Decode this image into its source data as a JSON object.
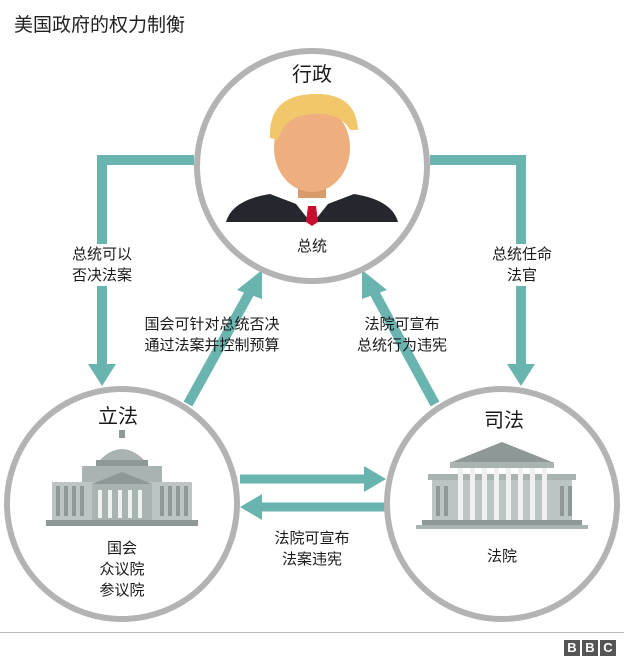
{
  "title": "美国政府的权力制衡",
  "branches": {
    "executive": {
      "title": "行政",
      "member": "总统"
    },
    "legislative": {
      "title": "立法",
      "members": [
        "国会",
        "众议院",
        "参议院"
      ]
    },
    "judicial": {
      "title": "司法",
      "member": "法院"
    }
  },
  "relations": {
    "veto": [
      "总统可以",
      "否决法案"
    ],
    "appoint": [
      "总统任命",
      "法官"
    ],
    "congress_override": [
      "国会可针对总统否决",
      "通过法案并控制预算"
    ],
    "court_on_president": [
      "法院可宣布",
      "总统行为违宪"
    ],
    "court_on_law": [
      "法院可宣布",
      "法案违宪"
    ]
  },
  "colors": {
    "arrow": "#6ab4b0",
    "circle_border": "#b3b3b3",
    "building": "#a9b3b1",
    "building_dark": "#8e9896",
    "hair": "#f2c76c",
    "face": "#eeae7e",
    "suit": "#24272e",
    "tie": "#c8102e"
  },
  "logo": [
    "B",
    "B",
    "C"
  ]
}
